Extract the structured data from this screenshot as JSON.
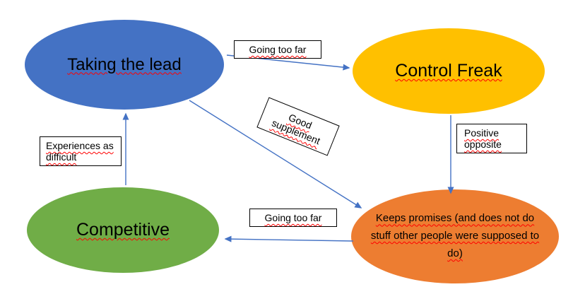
{
  "diagram": {
    "title": "",
    "arrow_color": "#4472C4",
    "spellcheck_underline_color": "#ff0000",
    "nodes": [
      {
        "id": "taking-the-lead",
        "label": "Taking the lead",
        "fill": "#4472C4",
        "border": "#2F528F",
        "text_color": "#000000"
      },
      {
        "id": "control-freak",
        "label": "Control Freak",
        "fill": "#FFC000",
        "border": "#BF9000",
        "text_color": "#000000"
      },
      {
        "id": "competitive",
        "label": "Competitive",
        "fill": "#70AD47",
        "border": "#507E32",
        "text_color": "#000000"
      },
      {
        "id": "keeps-promises",
        "label": "Keeps promises (and does not do stuff other people were supposed to do)",
        "fill": "#ED7D31",
        "border": "#AE5A21",
        "text_color": "#000000"
      }
    ],
    "arrows": [
      {
        "from": "taking-the-lead",
        "to": "control-freak",
        "label": "Going too far"
      },
      {
        "from": "taking-the-lead",
        "to": "keeps-promises",
        "label": "Good supplement"
      },
      {
        "from": "control-freak",
        "to": "keeps-promises",
        "label": "Positive opposite"
      },
      {
        "from": "keeps-promises",
        "to": "competitive",
        "label": "Going too far"
      },
      {
        "from": "competitive",
        "to": "taking-the-lead",
        "label": "Experiences as difficult"
      }
    ]
  }
}
